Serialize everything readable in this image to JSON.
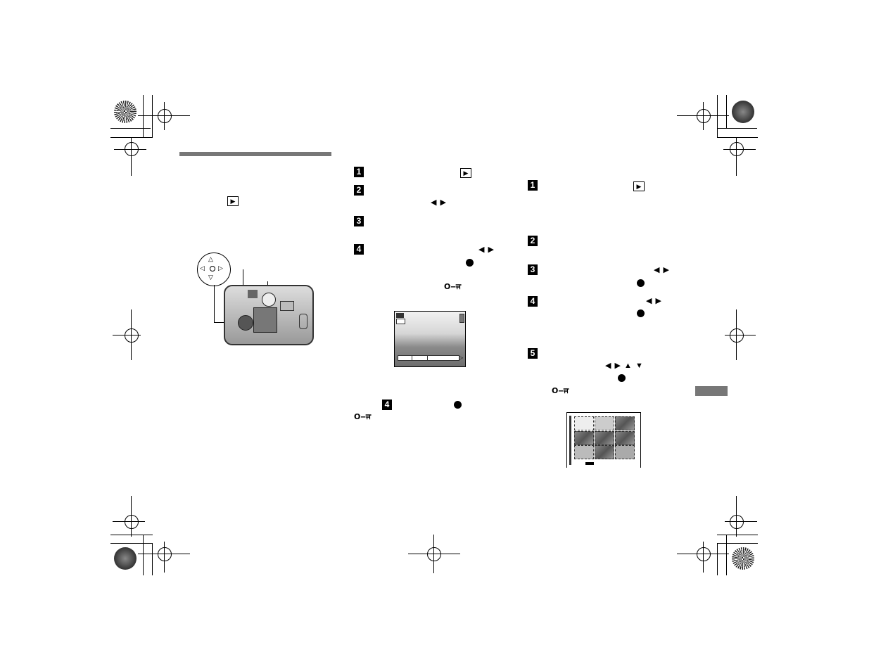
{
  "title_bar": "",
  "left_column": {
    "play_icon": "▶"
  },
  "center_column": {
    "steps": [
      {
        "num": "1",
        "icons": "▶"
      },
      {
        "num": "2",
        "icons": "◀ ▶"
      },
      {
        "num": "3",
        "icons": ""
      },
      {
        "num": "4",
        "icons": "◀ ▶"
      }
    ],
    "lcd_badge": "",
    "footnote_step": "4"
  },
  "right_column": {
    "steps": [
      {
        "num": "1",
        "icons": "▶"
      },
      {
        "num": "2",
        "icons": ""
      },
      {
        "num": "3",
        "icons": "◀ ▶"
      },
      {
        "num": "4",
        "icons": "◀ ▶"
      },
      {
        "num": "5",
        "icons": "◀ ▶ ▲ ▼"
      }
    ]
  },
  "icons": {
    "key": "O‒ਜ",
    "dot": "●"
  }
}
